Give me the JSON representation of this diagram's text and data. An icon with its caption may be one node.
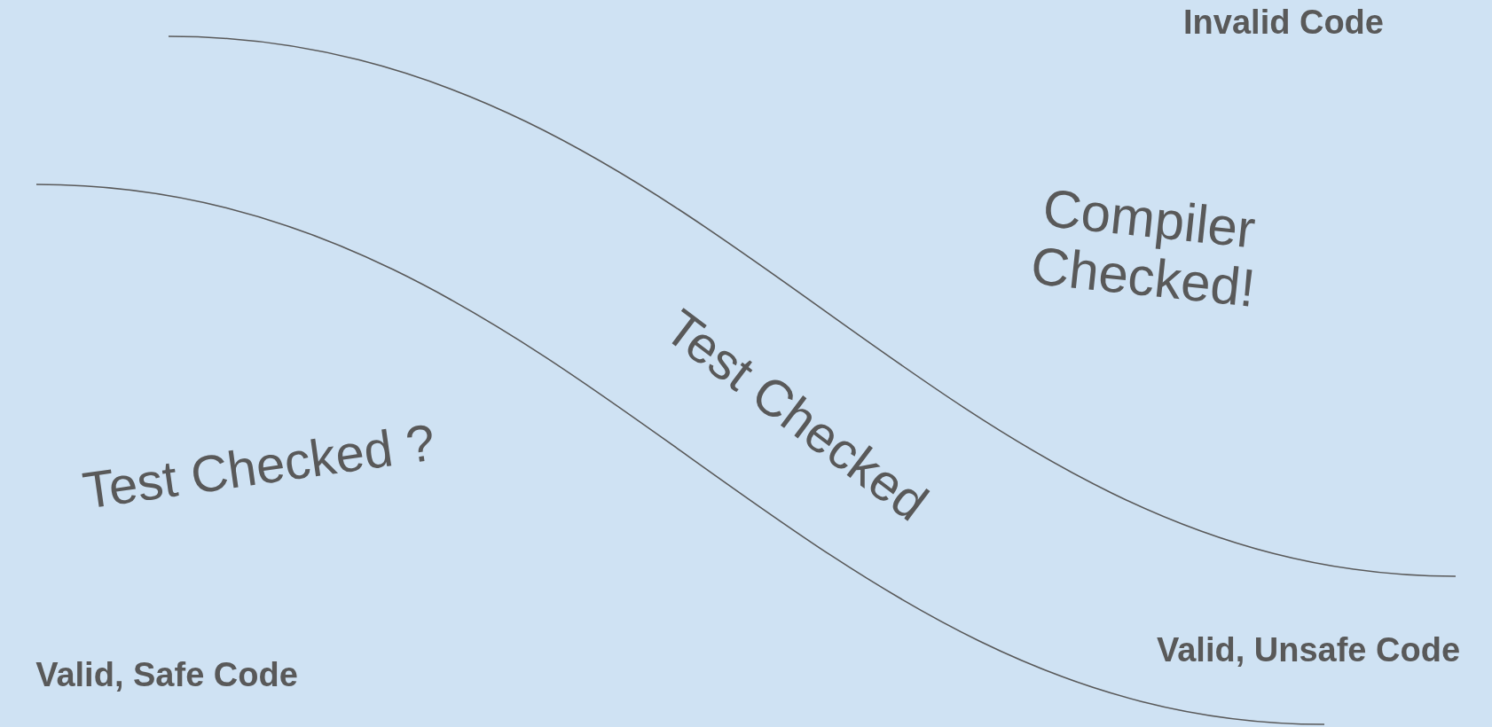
{
  "diagram": {
    "labels": [
      "Invalid Code",
      "Compiler Checked!",
      "Test Checked",
      "Test Checked ?",
      "Valid, Unsafe Code",
      "Valid, Safe Code"
    ]
  }
}
